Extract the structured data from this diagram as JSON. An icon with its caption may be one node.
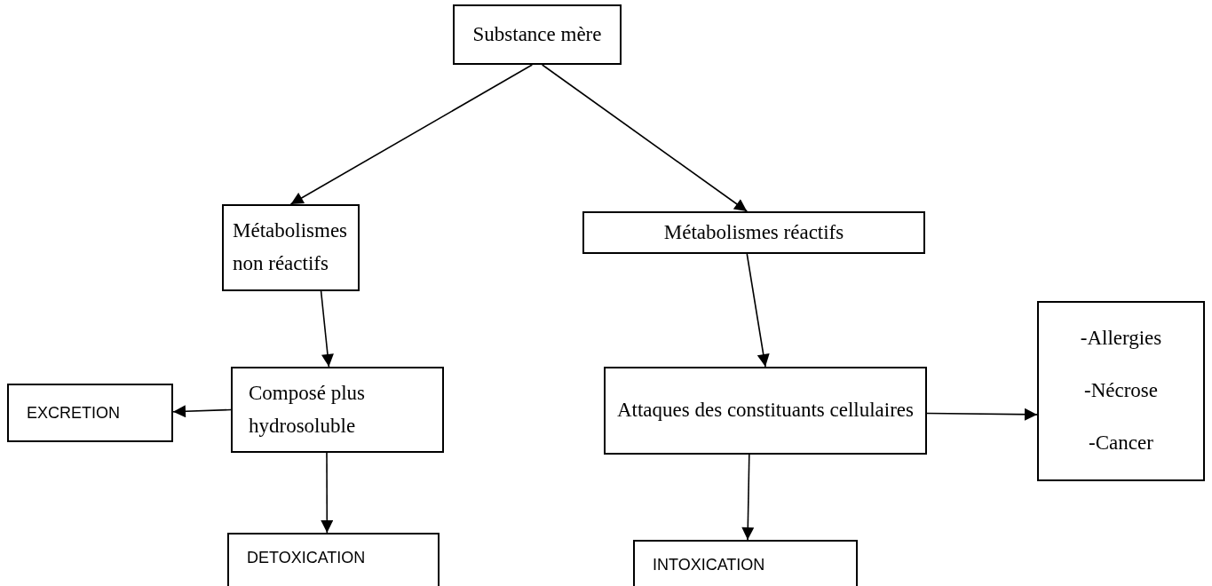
{
  "diagram": {
    "nodes": [
      {
        "text": [
          "Substance mère"
        ]
      },
      {
        "text": [
          "Métabolismes non réactifs"
        ]
      },
      {
        "text": [
          "Métabolismes réactifs"
        ]
      },
      {
        "text": [
          "Composé plus hydrosoluble"
        ]
      },
      {
        "text": [
          "EXCRETION"
        ]
      },
      {
        "text": [
          "DETOXICATION"
        ]
      },
      {
        "text": [
          "Attaques des constituants cellulaires"
        ]
      },
      {
        "text": [
          "-Allergies",
          "-Nécrose",
          "-Cancer"
        ]
      },
      {
        "text": [
          "INTOXICATION"
        ]
      }
    ],
    "edges": [
      {
        "from": 0,
        "to": 1,
        "arrow": "to"
      },
      {
        "from": 0,
        "to": 2,
        "arrow": "to"
      },
      {
        "from": 1,
        "to": 3,
        "arrow": "to"
      },
      {
        "from": 3,
        "to": 4,
        "arrow": "to"
      },
      {
        "from": 3,
        "to": 5,
        "arrow": "to"
      },
      {
        "from": 2,
        "to": 6,
        "arrow": "to"
      },
      {
        "from": 6,
        "to": 7,
        "arrow": "to"
      },
      {
        "from": 6,
        "to": 8,
        "arrow": "to"
      }
    ]
  }
}
